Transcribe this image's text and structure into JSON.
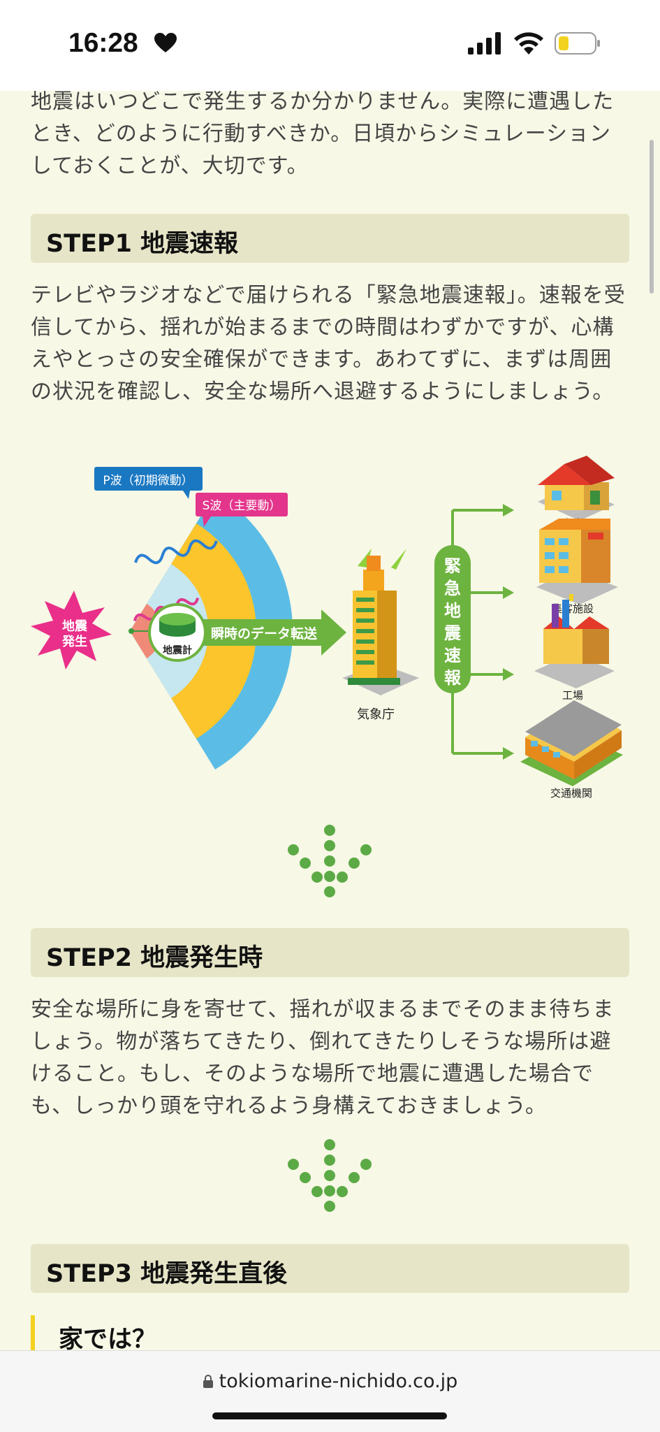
{
  "status": {
    "time": "16:28"
  },
  "intro": "地震はいつどこで発生するか分かりません。実際に遭遇したとき、どのように行動すべきか。日頃からシミュレーションしておくことが、大切です。",
  "step1": {
    "title": "STEP1 地震速報",
    "body": "テレビやラジオなどで届けられる「緊急地震速報」。速報を受信してから、揺れが始まるまでの時間はわずかですが、心構えやとっさの安全確保ができます。あわてずに、まずは周囲の状況を確認し、安全な場所へ退避するようにしましょう。"
  },
  "diagram": {
    "p_wave": "P波（初期微動）",
    "s_wave": "S波（主要動）",
    "quake_line1": "地震",
    "quake_line2": "発生",
    "seismometer": "地震計",
    "transfer": "瞬時のデータ転送",
    "agency": "気象庁",
    "eew": [
      "緊",
      "急",
      "地",
      "震",
      "速",
      "報"
    ],
    "targets": [
      "家庭",
      "集客施設",
      "工場",
      "交通機関"
    ]
  },
  "step2": {
    "title": "STEP2 地震発生時",
    "body": "安全な場所に身を寄せて、揺れが収まるまでそのまま待ちましょう。物が落ちてきたり、倒れてきたりしそうな場所は避けること。もし、そのような場所で地震に遭遇した場合でも、しっかり頭を守れるよう身構えておきましょう。"
  },
  "step3": {
    "title": "STEP3 地震発生直後",
    "sub": "家では？"
  },
  "browser": {
    "url": "tokiomarine-nichido.co.jp"
  },
  "colors": {
    "background": "#f7f8e6",
    "step_header": "#e6e5c7",
    "accent_green": "#6db33f",
    "dots_green": "#5caa45"
  }
}
